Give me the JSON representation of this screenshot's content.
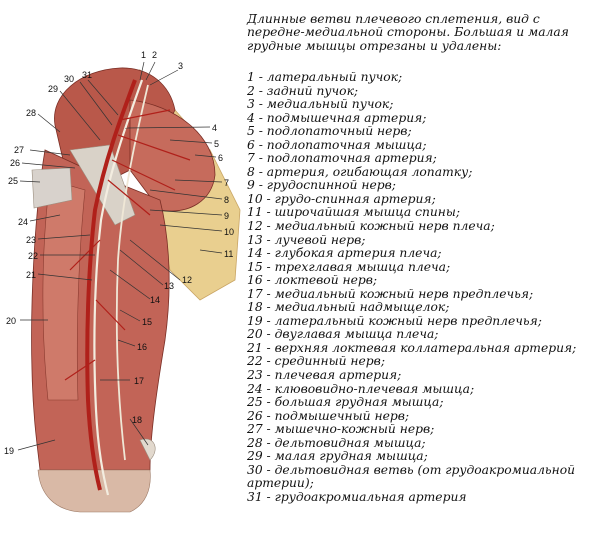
{
  "caption": "Длинные ветви плечевого сплетения, вид с передне-медиальной стороны. Большая и малая грудные мышцы отрезаны и удалены:",
  "legend": [
    "1 - латеральный пучок;",
    "2 - задний пучок;",
    "3 - медиальный пучок;",
    "4 - подмышечная артерия;",
    "5 - подлопаточный нерв;",
    "6 - подлопаточная мышца;",
    "7 - подлопаточная артерия;",
    "8 - артерия, огибающая лопатку;",
    "9 - грудоспинной нерв;",
    "10 - грудо-спинная артерия;",
    "11 - широчайшая мышца спины;",
    "12 - медиальный кожный нерв плеча;",
    "13 - лучевой нерв;",
    "14 - глубокая артерия плеча;",
    "15 - трехглавая мышца плеча;",
    "16 - локтевой нерв;",
    "17 - медиальный кожный нерв предплечья;",
    "18 - медиальный надмыщелок;",
    "19 - латеральный кожный нерв предплечья;",
    "20 - двуглавая мышца плеча;",
    "21 - верхняя локтевая коллатеральная артерия;",
    "22 - срединный нерв;",
    "23 - плечевая артерия;",
    "24 - клювовидно-плечевая мышца;",
    "25 - большая грудная мышца;",
    "26 - подмышечный нерв;",
    "27 - мышечно-кожный нерв;",
    "28 - дельтовидная мышца;",
    "29 - малая грудная мышца;",
    "30 - дельтовидная ветвь (от грудоакромиальной артерии);",
    "31 - грудоакромиальная артерия"
  ],
  "figure": {
    "left_labels": [
      "31",
      "30",
      "29",
      "28",
      "27",
      "26",
      "25",
      "24",
      "23",
      "22",
      "21",
      "20",
      "19"
    ],
    "right_labels": [
      "1",
      "2",
      "3",
      "4",
      "5",
      "6",
      "7",
      "8",
      "9",
      "10",
      "11",
      "12",
      "13",
      "14",
      "15",
      "16",
      "17",
      "18"
    ]
  }
}
